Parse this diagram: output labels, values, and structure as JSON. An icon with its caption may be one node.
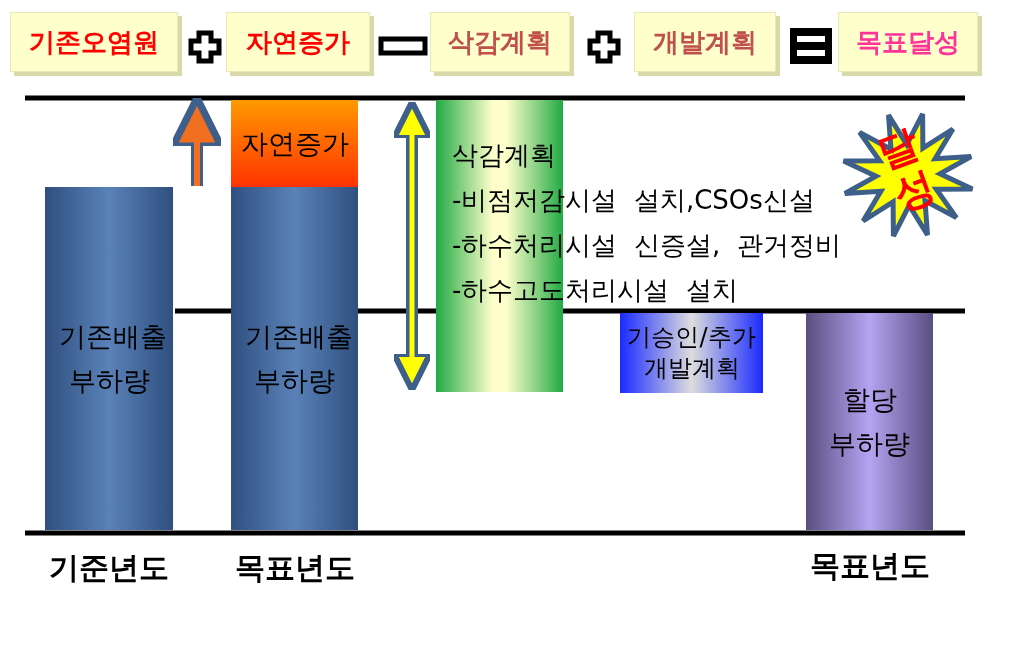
{
  "diagram": {
    "nodes": [
      {
        "text": [
          "기존오염원"
        ]
      },
      {
        "text": [
          "자연증가"
        ]
      },
      {
        "text": [
          "삭감계획"
        ]
      },
      {
        "text": [
          "개발계획"
        ]
      },
      {
        "text": [
          "목표달성"
        ]
      },
      {
        "text": [
          "기존배출 부하량"
        ]
      },
      {
        "text": [
          "자연증가"
        ]
      },
      {
        "text": [
          "기존배출 부하량"
        ]
      },
      {
        "text": [
          "삭감계획",
          "-비점저감시설  설치,CSOs신설",
          "-하수처리시설  신증설,  관거정비",
          "-하수고도처리시설  설치"
        ]
      },
      {
        "text": [
          "기승인/추가 개발계획"
        ]
      },
      {
        "text": [
          "할당 부하량"
        ]
      },
      {
        "text": [
          "달성"
        ]
      }
    ],
    "edges": [],
    "labels": [
      "기준년도",
      "목표년도",
      "목표년도"
    ]
  }
}
